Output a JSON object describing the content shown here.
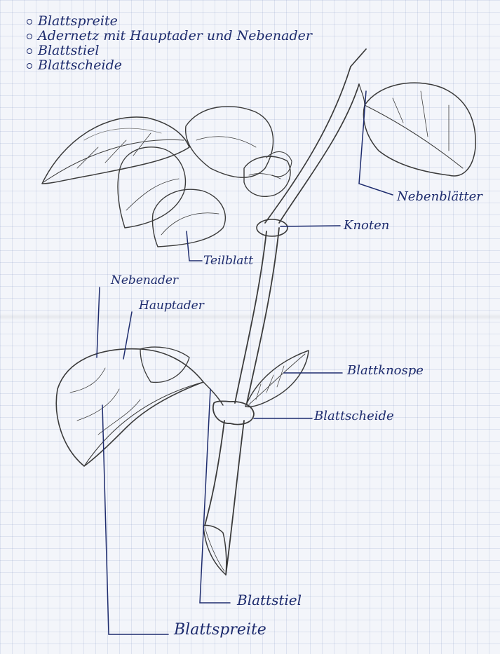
{
  "legend": [
    "Blattspreite",
    "Adernetz mit Hauptader und Nebenader",
    "Blattstiel",
    "Blattscheide"
  ],
  "labels": {
    "nebenblaetter": "Nebenblätter",
    "knoten": "Knoten",
    "teilblatt": "Teilblatt",
    "nebenader": "Nebenader",
    "hauptader": "Hauptader",
    "blattknospe": "Blattknospe",
    "blattscheide": "Blattscheide",
    "blattstiel": "Blattstiel",
    "blattspreite": "Blattspreite"
  },
  "colors": {
    "ink": "#1e2c6e",
    "pencil": "#3b3b3b",
    "paper": "#f3f5fa",
    "grid": "#c9d2e6"
  }
}
